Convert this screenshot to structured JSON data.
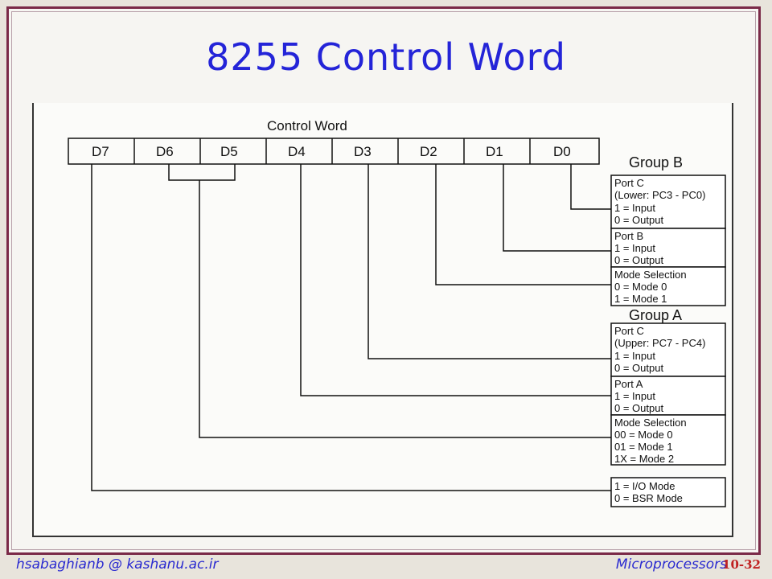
{
  "slide": {
    "title": "8255 Control Word",
    "footer_left": "hsabaghianb @ kashanu.ac.ir",
    "footer_right": "Microprocessors",
    "page_number": "10-32"
  },
  "diagram": {
    "header": "Control Word",
    "bits": [
      "D7",
      "D6",
      "D5",
      "D4",
      "D3",
      "D2",
      "D1",
      "D0"
    ],
    "group_b": {
      "label": "Group B",
      "port_c_lower": [
        "Port C",
        "(Lower: PC3 - PC0)",
        "1 = Input",
        "0 = Output"
      ],
      "port_b": [
        "Port B",
        "1 = Input",
        "0 = Output"
      ],
      "mode_selection": [
        "Mode Selection",
        "0 = Mode 0",
        "1 = Mode 1"
      ]
    },
    "group_a": {
      "label": "Group A",
      "port_c_upper": [
        "Port C",
        "(Upper: PC7 - PC4)",
        "1 = Input",
        "0 = Output"
      ],
      "port_a": [
        "Port A",
        "1 = Input",
        "0 = Output"
      ],
      "mode_selection": [
        "Mode Selection",
        "00 = Mode 0",
        "01 = Mode 1",
        "1X = Mode 2"
      ]
    },
    "mode_flag": [
      "1 = I/O Mode",
      "0 = BSR Mode"
    ]
  }
}
